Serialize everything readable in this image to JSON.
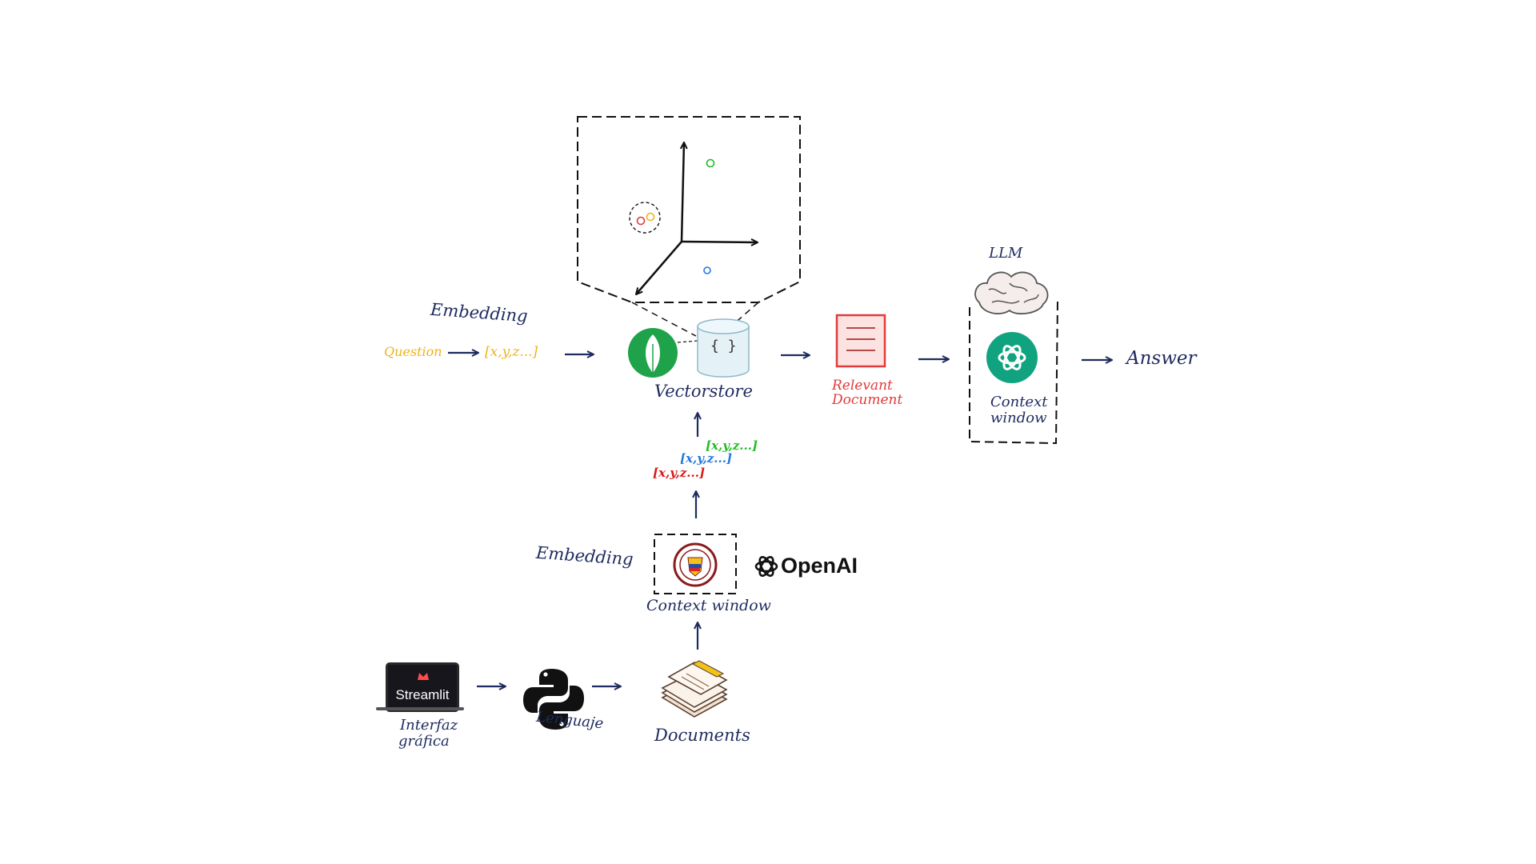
{
  "colors": {
    "ink": "#1e2b5e",
    "question": "#f2b21a",
    "relevant": "#e23a3a",
    "vec_red": "#d91818",
    "vec_blue": "#2277dd",
    "vec_green": "#22bb22",
    "mongo": "#1fa34a",
    "openai_teal": "#11a37f"
  },
  "top_flow": {
    "embedding_label": "Embedding",
    "question_label": "Question",
    "question_vector": "[x,y,z...]",
    "vectorstore_label": "Vectorstore",
    "json_icon_glyph": "{ }",
    "relevant_label_1": "Relevant",
    "relevant_label_2": "Document",
    "llm_label": "LLM",
    "context_label_1": "Context",
    "context_label_2": "window",
    "answer_label": "Answer"
  },
  "vectors": {
    "green": "[x,y,z...]",
    "blue": "[x,y,z...]",
    "red": "[x,y,z...]"
  },
  "bottom_flow": {
    "embedding_label": "Embedding",
    "context_window_label": "Context window",
    "openai_wordmark": "OpenAI",
    "streamlit_logo_text": "Streamlit",
    "interface_label_1": "Interfaz",
    "interface_label_2": "gráfica",
    "language_label": "Lenguaje",
    "documents_label": "Documents"
  },
  "icons": [
    "mongodb-leaf-icon",
    "database-cylinder-icon",
    "document-icon",
    "brain-icon",
    "openai-logo-icon",
    "seal-icon",
    "streamlit-laptop-icon",
    "python-logo-icon",
    "documents-stack-icon",
    "arrow-icon"
  ]
}
